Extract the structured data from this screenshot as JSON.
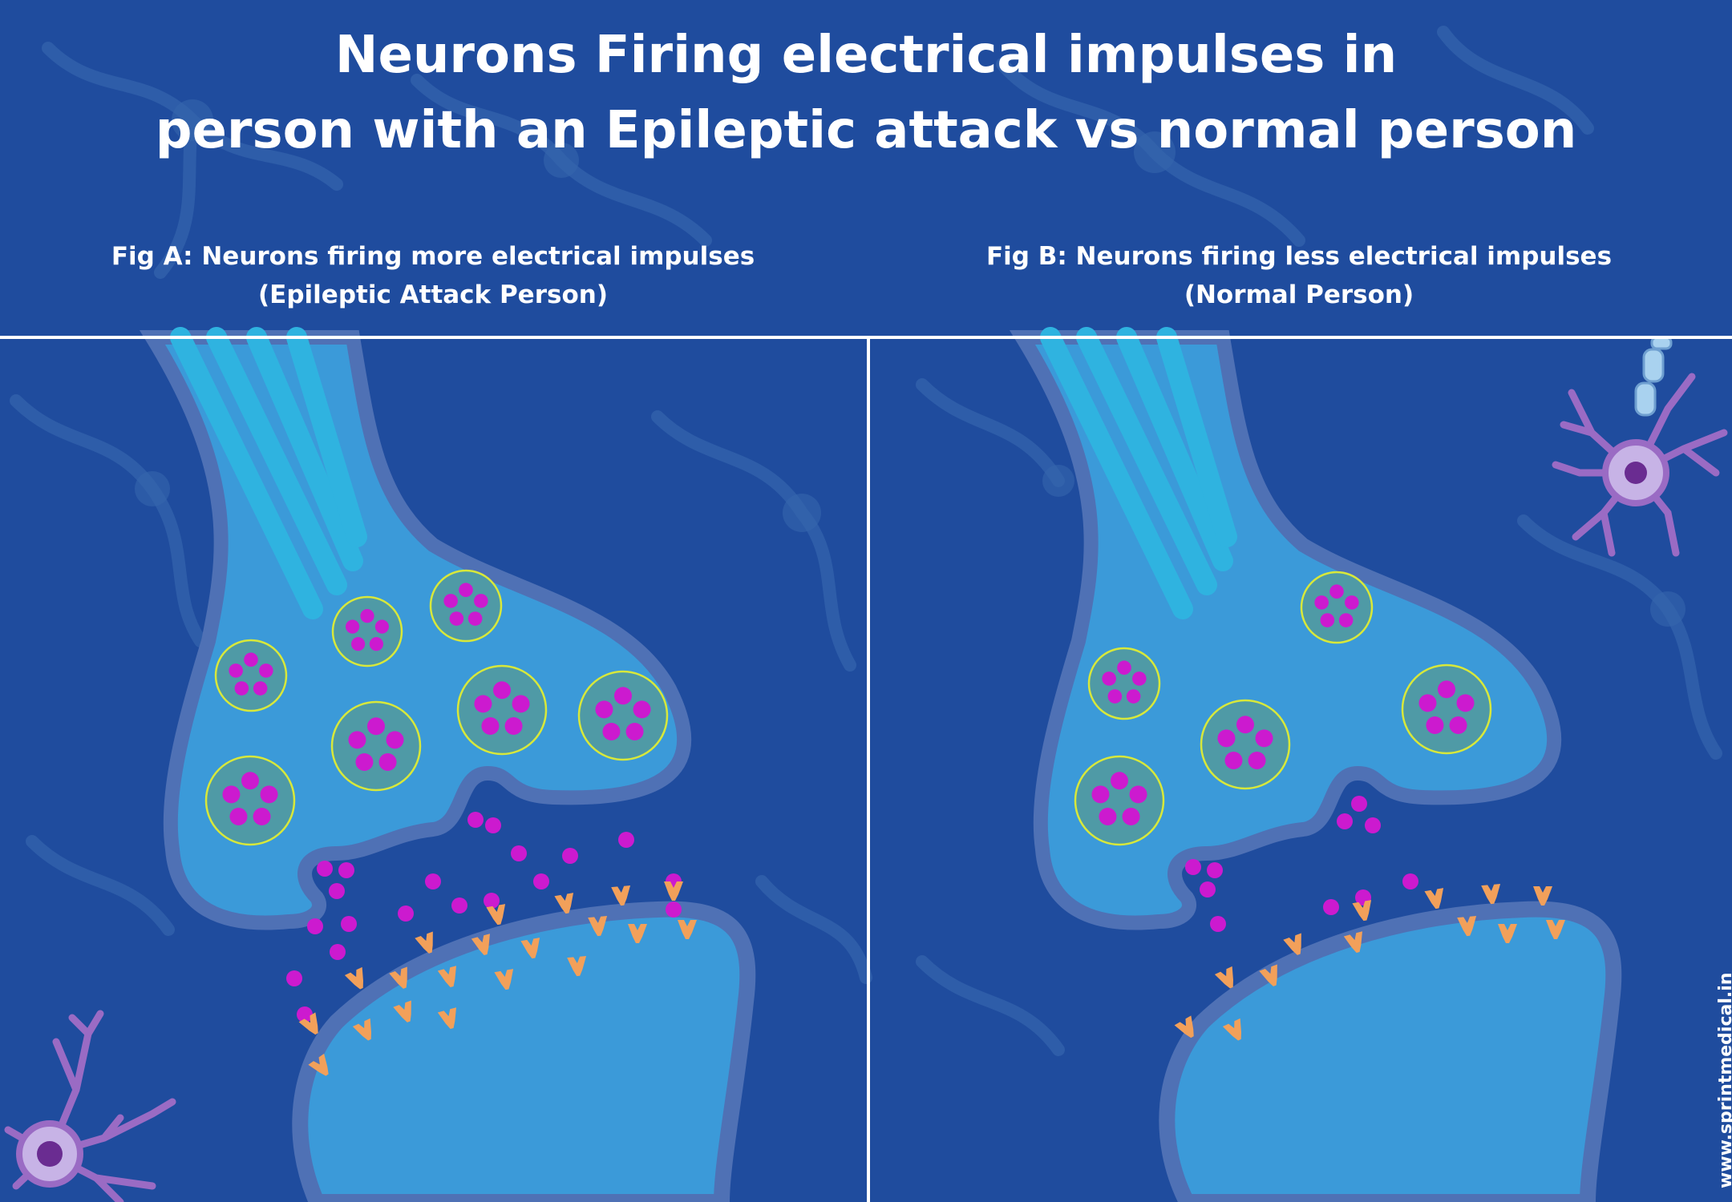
{
  "title": {
    "line1": "Neurons Firing electrical impulses in",
    "line2": "person with an Epileptic attack vs normal person"
  },
  "fig_a": {
    "caption_line1": "Fig A: Neurons firing more electrical impulses",
    "caption_line2": "(Epileptic Attack Person)"
  },
  "fig_b": {
    "caption_line1": "Fig B: Neurons firing less electrical impulses",
    "caption_line2": "(Normal Person)"
  },
  "watermark": "www.sprintmedical.in",
  "colors": {
    "background": "#1f4c9e",
    "terminal_fill": "#3b9ad9",
    "membrane_outline": "#4f71b5",
    "axon_stripes": "#2fb3e0",
    "vesicle_fill": "#4f9aa6",
    "vesicle_ring": "#d8e83a",
    "neurotransmitter": "#cc1acf",
    "receptor": "#f2a05a",
    "neuron_cell": "#9a6bc4"
  }
}
